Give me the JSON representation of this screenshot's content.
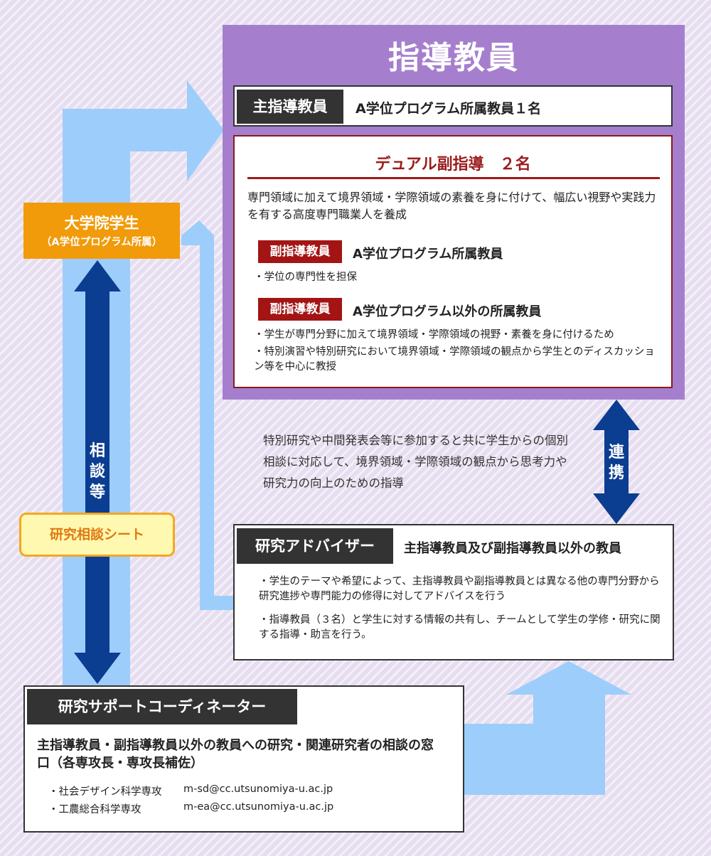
{
  "faculty": {
    "title": "指導教員"
  },
  "main_advisor": {
    "tag": "主指導教員",
    "description": "A学位プログラム所属教員１名"
  },
  "dual": {
    "title": "デュアル副指導　２名",
    "description": "専門領域に加えて境界領域・学際領域の素養を身に付けて、幅広い視野や実践力を有する高度専門職業人を養成",
    "sub1": {
      "tag": "副指導教員",
      "description": "A学位プログラム所属教員",
      "bullets": [
        "・学位の専門性を担保"
      ]
    },
    "sub2": {
      "tag": "副指導教員",
      "description": "A学位プログラム以外の所属教員",
      "bullets": [
        "・学生が専門分野に加えて境界領域・学際領域の視野・素養を身に付けるため",
        "・特別演習や特別研究において境界領域・学際領域の観点から学生とのディスカッション等を中心に教授"
      ]
    }
  },
  "student": {
    "name": "大学院学生",
    "program": "（A学位プログラム所属）"
  },
  "consult_label": [
    "相",
    "談",
    "等"
  ],
  "sheet": {
    "label": "研究相談シート"
  },
  "collab_label": [
    "連",
    "携"
  ],
  "middle_text": "特別研究や中間発表会等に参加すると共に学生からの個別相談に対応して、境界領域・学際領域の観点から思考力や研究力の向上のための指導",
  "advisor": {
    "tag": "研究アドバイザー",
    "description": "主指導教員及び副指導教員以外の教員",
    "bullets": [
      "・学生のテーマや希望によって、主指導教員や副指導教員とは異なる他の専門分野から研究進捗や専門能力の修得に対してアドバイスを行う",
      "・指導教員（３名）と学生に対する情報の共有し、チームとして学生の学修・研究に関する指導・助言を行う。"
    ]
  },
  "coordinator": {
    "tag": "研究サポートコーディネーター",
    "description": "主指導教員・副指導教員以外の教員への研究・関連研究者の相談の窓口（各専攻長・専攻長補佐）",
    "contacts": [
      {
        "dept": "・社会デザイン科学専攻",
        "email": "m-sd@cc.utsunomiya-u.ac.jp"
      },
      {
        "dept": "・工農総合科学専攻",
        "email": "m-ea@cc.utsunomiya-u.ac.jp"
      }
    ]
  },
  "colors": {
    "purple": "#a57fcd",
    "dark_red": "#a31515",
    "orange": "#f19a0a",
    "navy": "#0b3d91",
    "light_blue": "#9dcdfb",
    "sheet_border": "#f5a623"
  }
}
